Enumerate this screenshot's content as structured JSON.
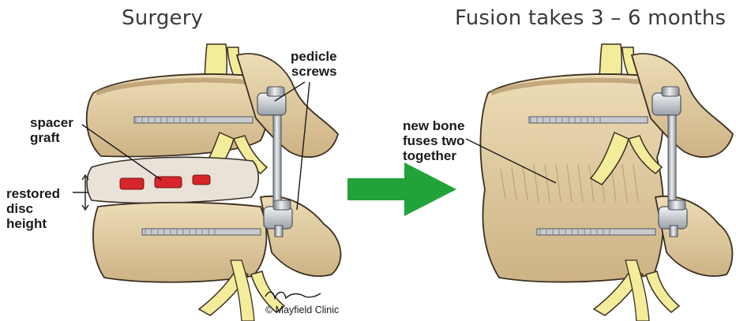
{
  "left_panel": {
    "title": "Surgery",
    "labels": {
      "pedicle_screws_line1": "pedicle",
      "pedicle_screws_line2": "screws",
      "spacer_graft_line1": "spacer",
      "spacer_graft_line2": "graft",
      "restored_line1": "restored",
      "restored_line2": "disc",
      "restored_line3": "height"
    },
    "credit_signature": "Headwaters",
    "credit": "© Mayfield Clinic"
  },
  "right_panel": {
    "title": "Fusion takes 3 – 6 months",
    "labels": {
      "new_bone_line1": "new bone",
      "new_bone_line2": "fuses two",
      "new_bone_line3": "together"
    }
  },
  "colors": {
    "bone_fill": "#e6d3ab",
    "bone_shadow": "#c9b184",
    "bone_outline": "#3b2f22",
    "nerve": "#f3ec9a",
    "disc": "#e8e2d8",
    "spacer_red": "#d6262b",
    "hardware": "#c9cdd2",
    "arrow_green": "#21a33a",
    "text": "#1a1a1a"
  }
}
